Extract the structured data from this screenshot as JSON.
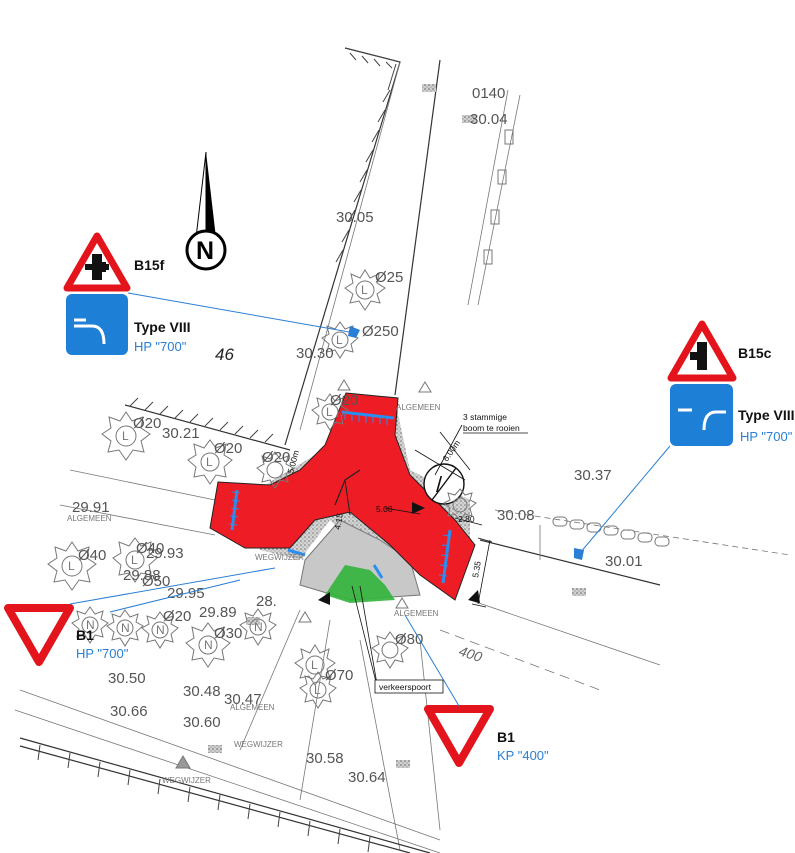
{
  "north": {
    "label": "N"
  },
  "plot_number": "46",
  "elevations": [
    "0140",
    "30.04",
    "30.05",
    "Ø25",
    "Ø250",
    "30.01",
    "30.37",
    "30.08",
    "30.30",
    "Ø20",
    "Ø20",
    "Ø20",
    "30.21",
    "Ø20",
    "29.91",
    "Ø40",
    "Ø40",
    "29.93",
    "29.88",
    "Ø50",
    "29.95",
    "Ø20",
    "29.89",
    "Ø30",
    "28.",
    "30.50",
    "30.48",
    "30.47",
    "Ø70",
    "30.66",
    "30.60",
    "30.58",
    "30.64",
    "400",
    "Ø80"
  ],
  "labels": {
    "algemeen_1": "ALGEMEEN",
    "algemeen_2": "ALGEMEEN",
    "algemeen_3": "ALGEMEEN",
    "algemeen_4": "ALGEMEEN",
    "wegwijzer_1": "WEGWIJZER",
    "wegwijzer_2": "WEGWIJZER",
    "wegwijzer_3": "WEGWIJZER",
    "dim_535": "5.35",
    "dim_280": "2.80",
    "dim_508": "5.08",
    "dim_800": "8.00m",
    "dim_500": "5.00m",
    "dim_415": "4.15"
  },
  "annotations": {
    "stammige_line1": "3 stammige",
    "stammige_line2": "boom te rooien",
    "verkeerspoort": "verkeerspoort"
  },
  "signs": {
    "b15f": {
      "code": "B15f",
      "type": "Type VIII",
      "hp": "HP \"700\""
    },
    "b15c": {
      "code": "B15c",
      "type": "Type VIII",
      "hp": "HP \"700\""
    },
    "b1_left": {
      "code": "B1",
      "hp": "HP \"700\""
    },
    "b1_bottom": {
      "code": "B1",
      "hp": "KP \"400\""
    }
  },
  "colors": {
    "paved_red": "#ee1c24",
    "sign_red": "#e3141b",
    "sign_blue": "#1e7fd6",
    "green": "#31b33a",
    "kerb_blue": "#2a8ef0",
    "leader_blue": "#2a7fd4"
  },
  "icons": [
    "north-arrow-icon",
    "tree-symbol-icon",
    "priority-road-sign-icon",
    "yield-sign-icon"
  ]
}
